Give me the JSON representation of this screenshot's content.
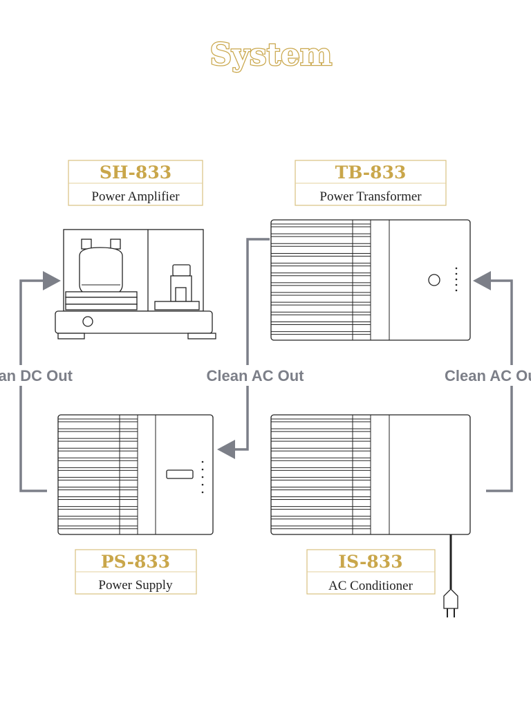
{
  "title": "System",
  "colors": {
    "gold": "#c9a64a",
    "arrow": "#7c7f88"
  },
  "units": {
    "amp": {
      "model": "SH-833",
      "desc": "Power Amplifier"
    },
    "transformer": {
      "model": "TB-833",
      "desc": "Power Transformer"
    },
    "supply": {
      "model": "PS-833",
      "desc": "Power Supply"
    },
    "conditioner": {
      "model": "IS-833",
      "desc": "AC Conditioner"
    }
  },
  "flows": {
    "dc_out": "Clean DC Out",
    "ac_out_mid": "Clean AC Out",
    "ac_out_right": "Clean AC Out"
  }
}
